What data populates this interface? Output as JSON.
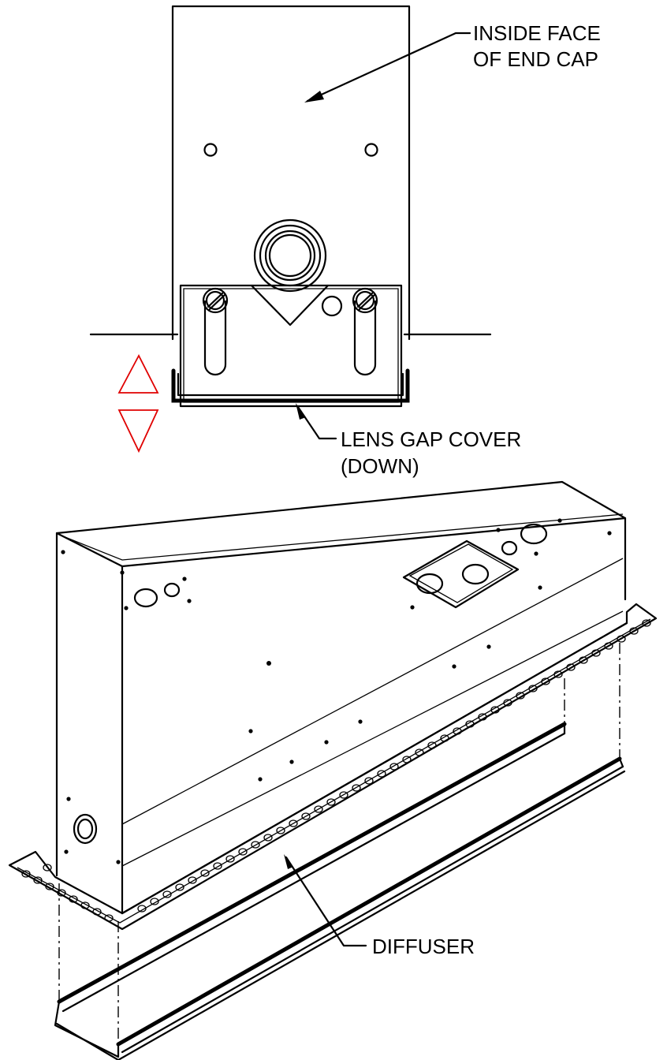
{
  "labels": {
    "end_cap_line1": "INSIDE FACE",
    "end_cap_line2": "OF END CAP",
    "gap_cover_line1": "LENS GAP COVER",
    "gap_cover_line2": "(DOWN)",
    "diffuser": "DIFFUSER"
  },
  "colors": {
    "line": "#000000",
    "arrows": "#e00000",
    "background": "#ffffff"
  },
  "icons": [
    "up-triangle-icon",
    "down-triangle-icon"
  ]
}
